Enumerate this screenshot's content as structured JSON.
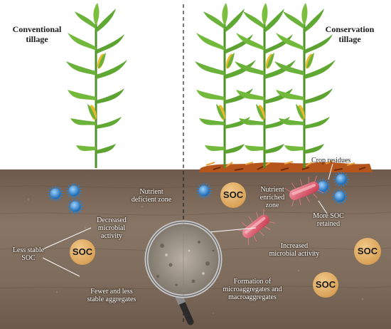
{
  "titles": {
    "conventional": [
      "Conventional",
      "tillage"
    ],
    "conservation": [
      "Conservation",
      "tillage"
    ]
  },
  "labels": {
    "crop_residues": "Crop residues",
    "nutrient_deficient": [
      "Nutrient",
      "deficient zone"
    ],
    "nutrient_enriched": [
      "Nutrient",
      "enriched",
      "zone"
    ],
    "decreased_activity": [
      "Decreased",
      "microbial",
      "activity"
    ],
    "less_stable_soc": [
      "Less stable",
      "SOC"
    ],
    "fewer_aggregates": [
      "Fewer and less",
      "stable aggregates"
    ],
    "more_soc_retained": [
      "More SOC",
      "retained"
    ],
    "increased_activity": [
      "Increased",
      "microbial activity"
    ],
    "formation_aggregates": [
      "Formation of",
      "microaggregates and",
      "macroaggregates"
    ]
  },
  "soc_badge": "SOC",
  "colors": {
    "soil": "#7a6657",
    "residue": "#b5541b",
    "leaf": "#5fa832",
    "cob": "#e6b92c",
    "soc": "#d9a257",
    "microbe_blue": "#3a8fd6",
    "bacteria_red": "#e0576a"
  }
}
